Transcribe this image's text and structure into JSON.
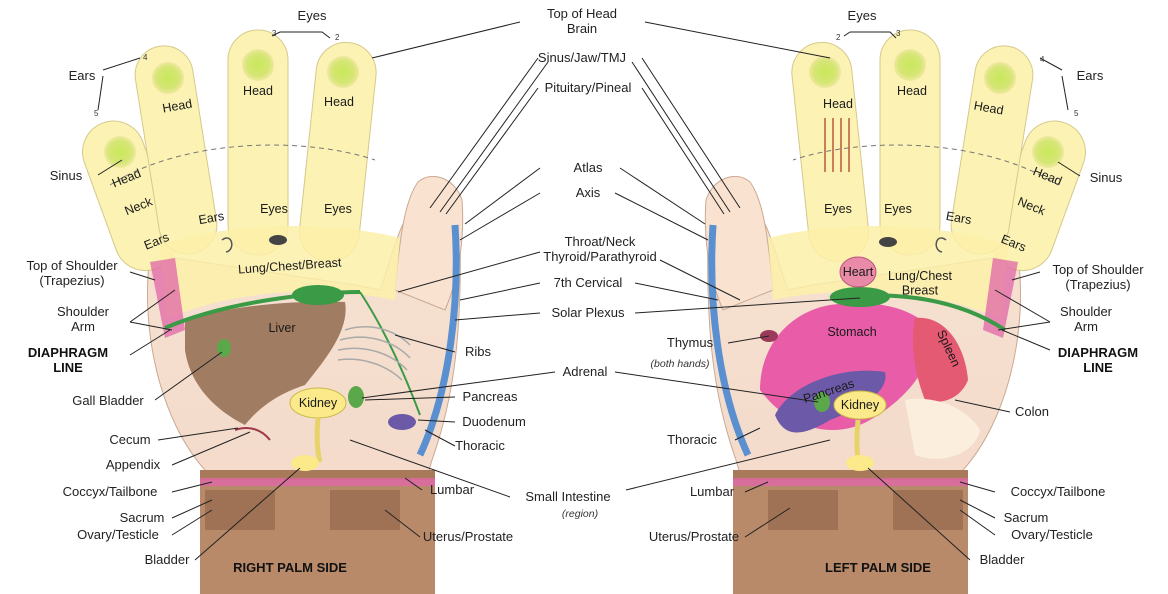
{
  "center": {
    "top_of_head_brain": "Top of Head\nBrain",
    "sinus_jaw_tmj": "Sinus/Jaw/TMJ",
    "pituitary_pineal": "Pituitary/Pineal",
    "atlas": "Atlas",
    "axis": "Axis",
    "throat_neck_thyroid": "Throat/Neck\nThyroid/Parathyroid",
    "cervical": "7th Cervical",
    "solar_plexus": "Solar Plexus",
    "adrenal": "Adrenal",
    "small_intestine": "Small Intestine",
    "small_intestine_sub": "(region)"
  },
  "right_hand": {
    "caption": "RIGHT PALM SIDE",
    "eyes": "Eyes",
    "ears": "Ears",
    "sinus": "Sinus",
    "top_of_shoulder": "Top of Shoulder\n(Trapezius)",
    "shoulder_arm": "Shoulder\nArm",
    "diaphragm": "DIAPHRAGM\nLINE",
    "gall_bladder": "Gall Bladder",
    "cecum": "Cecum",
    "appendix": "Appendix",
    "coccyx": "Coccyx/Tailbone",
    "sacrum": "Sacrum",
    "ovary": "Ovary/Testicle",
    "bladder": "Bladder",
    "ribs": "Ribs",
    "pancreas": "Pancreas",
    "duodenum": "Duodenum",
    "thoracic": "Thoracic",
    "lumbar": "Lumbar",
    "uterus": "Uterus/Prostate",
    "in_head": "Head",
    "in_neck": "Neck",
    "in_ears": "Ears",
    "in_eyes": "Eyes",
    "in_lung": "Lung/Chest/Breast",
    "in_liver": "Liver",
    "in_kidney": "Kidney",
    "nums": [
      "2",
      "3",
      "4",
      "5"
    ]
  },
  "left_hand": {
    "caption": "LEFT PALM SIDE",
    "eyes": "Eyes",
    "ears": "Ears",
    "sinus": "Sinus",
    "top_of_shoulder": "Top of Shoulder\n(Trapezius)",
    "shoulder_arm": "Shoulder\nArm",
    "diaphragm": "DIAPHRAGM\nLINE",
    "thymus": "Thymus",
    "thymus_sub": "(both hands)",
    "thoracic": "Thoracic",
    "lumbar": "Lumbar",
    "uterus": "Uterus/Prostate",
    "colon": "Colon",
    "coccyx": "Coccyx/Tailbone",
    "sacrum": "Sacrum",
    "ovary": "Ovary/Testicle",
    "bladder": "Bladder",
    "in_head": "Head",
    "in_heart": "Heart",
    "in_neck": "Neck",
    "in_ears": "Ears",
    "in_eyes": "Eyes",
    "in_lung": "Lung/Chest\nBreast",
    "in_stomach": "Stomach",
    "in_spleen": "Spleen",
    "in_pancreas": "Pancreas",
    "in_kidney": "Kidney",
    "nums": [
      "2",
      "3",
      "4",
      "5"
    ]
  },
  "colors": {
    "fingertip": "#d9ea6a",
    "finger": "#fbf2b4",
    "palm": "#f7e6dc",
    "wrist": "#b88a6a",
    "liver": "#a07c62",
    "lung_band": "#fbf0a8",
    "diaphragm": "#3a9a46",
    "stomach": "#e85ca8",
    "spleen": "#e45a72",
    "pancreas": "#6c5aa8",
    "kidney": "#fbe98a",
    "spine": "#5a8fd0",
    "shoulder": "#e066a8",
    "heart": "#e88aa8"
  }
}
